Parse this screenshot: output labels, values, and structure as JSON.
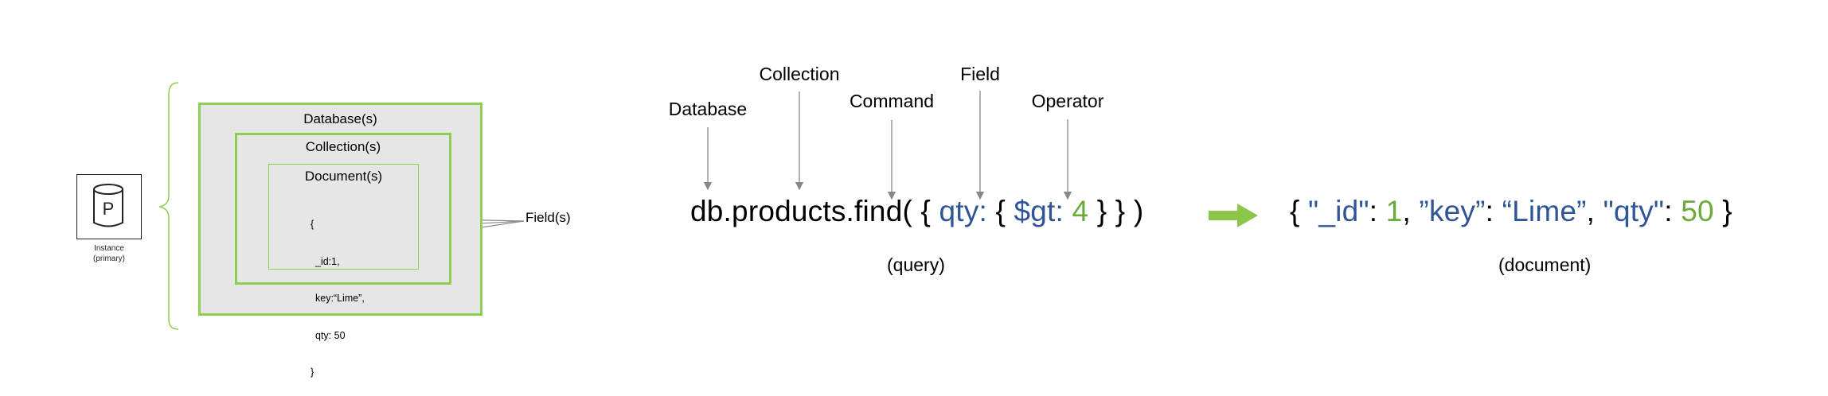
{
  "instance": {
    "icon_letter": "P",
    "label_line1": "Instance",
    "label_line2": "(primary)"
  },
  "boxes": {
    "database": "Database(s)",
    "collection": "Collection(s)",
    "document": "Document(s)"
  },
  "document_lines": [
    "{",
    "_id:1,",
    "key:“Lime”,",
    "qty: 50",
    "}"
  ],
  "fields_label": "Field(s)",
  "query_labels": {
    "database": "Database",
    "collection": "Collection",
    "command": "Command",
    "field": "Field",
    "operator": "Operator"
  },
  "query": {
    "prefix": "db.products.find( { ",
    "field": "qty:",
    "mid": " { ",
    "operator": "$gt:",
    "value": " 4",
    "suffix": " } } )",
    "caption": "(query)"
  },
  "document": {
    "open": "{ ",
    "id_key": "\"_id\"",
    "colon1": ": ",
    "id_val": "1",
    "sep1": ", ",
    "key_key": "”key”",
    "colon2": ": ",
    "key_val": "“Lime”",
    "sep2": ", ",
    "qty_key": "\"qty\"",
    "colon3": ": ",
    "qty_val": "50",
    "close": " }",
    "caption": "(document)"
  },
  "colors": {
    "green_border": "#8fcf4f",
    "blue_text": "#2f5597",
    "green_text": "#6aaa3a",
    "arrow_green": "#8cc64a"
  }
}
